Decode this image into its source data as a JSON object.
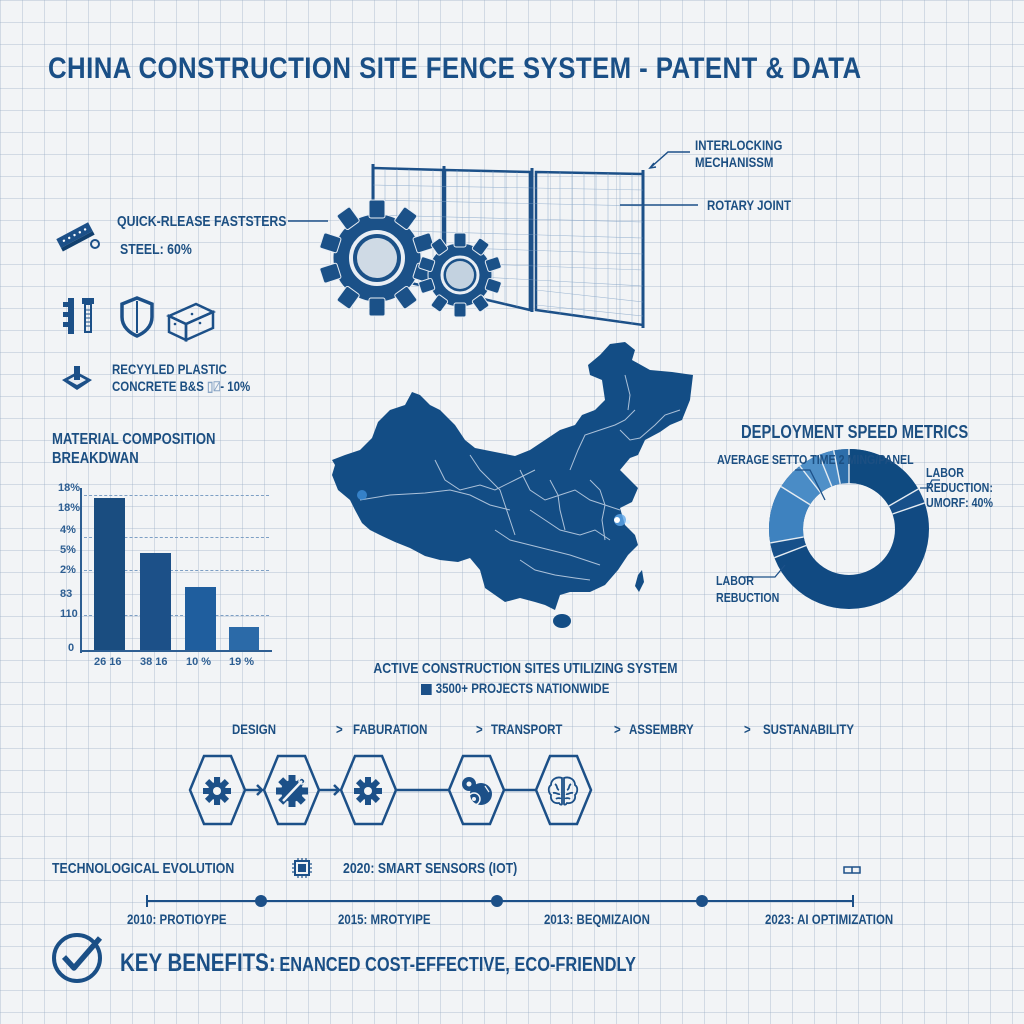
{
  "header": {
    "title": "CHINA CONSTRUCTION SITE FENCE SYSTEM - PATENT & DATA"
  },
  "fence_diagram": {
    "callouts": {
      "interlocking": [
        "INTERLOCKING",
        "MECHANISSM"
      ],
      "rotary_joint": "ROTARY JOINT",
      "quick_release": "QUICK-RLEASE FASTSTERS"
    }
  },
  "materials": {
    "steel": "STEEL: 60%",
    "recycled_line1": "RECYYLED PLASTIC",
    "recycled_line2": "CONCRETE B&S",
    "recycled_suffix": "- 10%",
    "icons": [
      "fastener-bar-icon",
      "bolt-clamp-icon",
      "shield-icon",
      "concrete-block-icon",
      "base-plate-icon"
    ]
  },
  "chart_data": [
    {
      "type": "bar",
      "title": "MATERIAL COMPOSITION BREAKDWAN",
      "title_lines": [
        "MATERIAL COMPOSITION",
        "BREAKDWAN"
      ],
      "ytick_labels": [
        "18%",
        "18%",
        "4%",
        "5%",
        "2%",
        "83",
        "110",
        "0"
      ],
      "categories": [
        "26 16",
        "38 16",
        "10 %",
        "19 %"
      ],
      "values": [
        60,
        38,
        24,
        8
      ],
      "ylim": [
        0,
        65
      ],
      "grid": "dashed horizontal",
      "colors": [
        "#1a4d80",
        "#1c5088",
        "#1f5e9e",
        "#2b6aa8"
      ]
    },
    {
      "type": "pie",
      "subtype": "donut",
      "title": "DEPLOYMENT SPEED METRICS",
      "annotations": [
        "AVERAGE SETTO TIME 2 MING/PANEL",
        "LABOR REDUCTION: UMORF: 40%",
        "LABOR REBUCTION"
      ],
      "slices": [
        {
          "label": "segment-1",
          "value": 17,
          "color": "#0f4a80"
        },
        {
          "label": "segment-2",
          "value": 3,
          "color": "#124b82"
        },
        {
          "label": "segment-3",
          "value": 49,
          "color": "#114a82"
        },
        {
          "label": "segment-4",
          "value": 3,
          "color": "#17508a"
        },
        {
          "label": "segment-5",
          "value": 12,
          "color": "#3e82bf"
        },
        {
          "label": "segment-6",
          "value": 6,
          "color": "#4a8cc6"
        },
        {
          "label": "segment-7",
          "value": 5,
          "color": "#4f90c8"
        },
        {
          "label": "segment-8",
          "value": 3,
          "color": "#4a8ac4"
        },
        {
          "label": "segment-9",
          "value": 2,
          "color": "#2d6eaa"
        }
      ]
    }
  ],
  "map": {
    "caption_line1": "ACTIVE CONSTRUCTION SITES UTILIZING SYSTEM",
    "caption_line2": "3500+ PROJECTS NATIONWIDE",
    "fill_color": "#134d85"
  },
  "process": {
    "steps": [
      {
        "label": "DESIGN",
        "icon": "gear-icon"
      },
      {
        "label": "FABURATION",
        "icon": "gear-wrench-icon"
      },
      {
        "label": "TRANSPORT",
        "icon": "gear-icon"
      },
      {
        "label": "ASSEMBRY",
        "icon": "gears-cluster-icon"
      },
      {
        "label": "SUSTANABILITY",
        "icon": "brain-icon"
      }
    ],
    "separator": ">"
  },
  "timeline": {
    "title": "TECHNOLOGICAL EVOLUTION",
    "top_event": "2020: SMART SENSORS  (IOT)",
    "events": [
      "2010: PROTIOYPE",
      "2015: MROTYIPE",
      "2013: BEQMIZAION",
      "2023: AI OPTIMIZATION"
    ]
  },
  "benefits": {
    "label": "KEY BENEFITS:",
    "text": "ENANCED COST-EFFECTIVE, ECO-FRIENDLY"
  },
  "colors": {
    "primary": "#1a4f86",
    "dark": "#0f4578",
    "light_blue": "#4a8cc6",
    "grid_bg": "#f2f4f6"
  }
}
